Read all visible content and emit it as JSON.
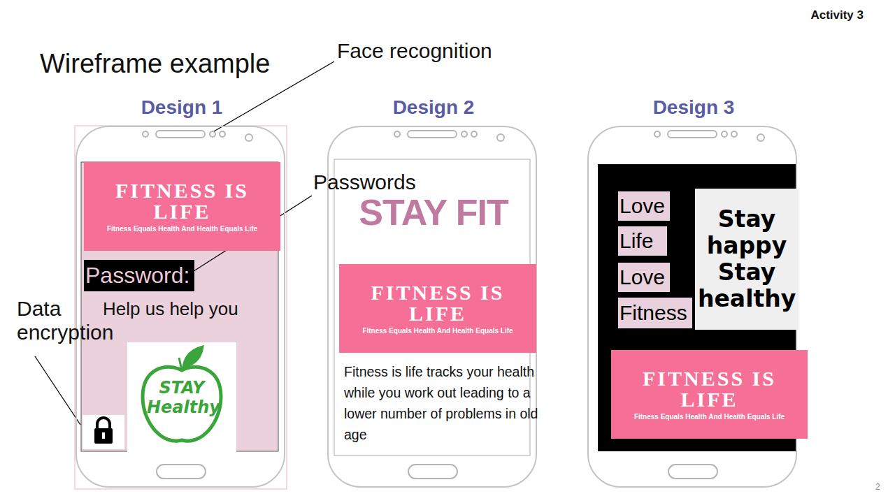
{
  "diagram": {
    "title": "Wireframe example",
    "nodes": [
      {
        "text": [
          "Design 1",
          "Help us help you"
        ]
      },
      {
        "text": [
          "FITNESS IS LIFE",
          "Fitness Equals Health And Health Equals Life"
        ],
        "in": 0
      },
      {
        "text": [
          "Password:"
        ],
        "in": 0
      },
      {
        "text": [
          "STAY Healthy"
        ],
        "in": 0
      },
      {
        "text": [
          "Design 2",
          "STAY FIT",
          "Fitness is life tracks your health while you work out leading to a lower number of problems in old age"
        ]
      },
      {
        "text": [
          "FITNESS IS LIFE",
          "Fitness Equals Health And Health Equals Life"
        ],
        "in": 4
      },
      {
        "text": [
          "Design 3"
        ]
      },
      {
        "text": [
          "Love"
        ],
        "in": 6
      },
      {
        "text": [
          "Life"
        ],
        "in": 6
      },
      {
        "text": [
          "Love"
        ],
        "in": 6
      },
      {
        "text": [
          "Fitness"
        ],
        "in": 6
      },
      {
        "text": [
          "Stay happy Stay healthy"
        ],
        "in": 6
      },
      {
        "text": [
          "FITNESS IS LIFE",
          "Fitness Equals Health And Health Equals Life"
        ],
        "in": 6
      }
    ],
    "labels": [
      "Activity 3",
      "Face recognition",
      "Passwords",
      "Data encryption",
      "2"
    ]
  }
}
